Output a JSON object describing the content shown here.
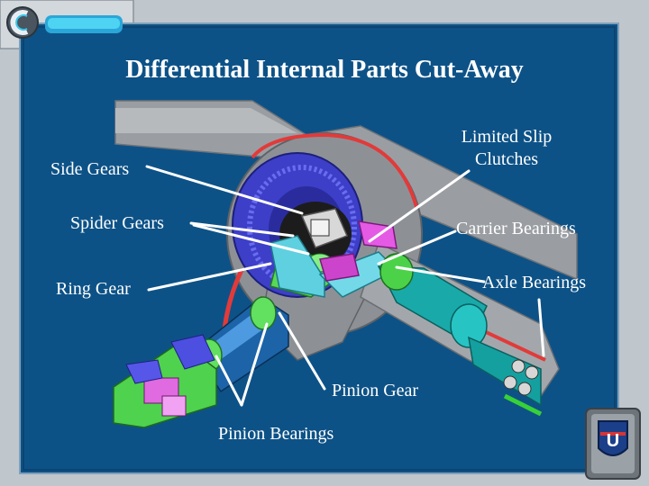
{
  "slide": {
    "title": "Differential Internal Parts Cut-Away",
    "background_color": "#0d5287",
    "frame_color": "#c0c7cd",
    "accent_color": "#39c6ee"
  },
  "nav": {
    "home_icon": "back-swirl-icon",
    "bar_icon": "menu-bar-icon"
  },
  "logo": {
    "icon": "shield-logo-icon",
    "text": "U"
  },
  "labels": {
    "side_gears": "Side Gears",
    "spider_gears": "Spider Gears",
    "ring_gear": "Ring Gear",
    "limited_slip_line1": "Limited Slip",
    "limited_slip_line2": "Clutches",
    "carrier_bearings": "Carrier Bearings",
    "axle_bearings": "Axle Bearings",
    "pinion_gear": "Pinion Gear",
    "pinion_bearings": "Pinion Bearings"
  }
}
